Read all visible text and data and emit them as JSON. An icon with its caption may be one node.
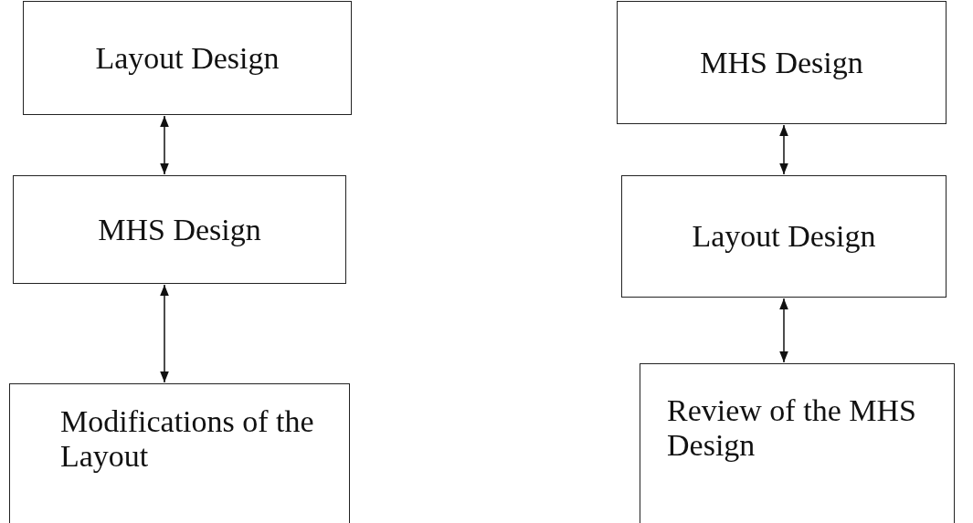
{
  "diagram": {
    "nodes": [
      {
        "text": [
          "Layout Design"
        ]
      },
      {
        "text": [
          "MHS Design"
        ]
      },
      {
        "text": [
          "Modifications of the Layout"
        ]
      },
      {
        "text": [
          "MHS Design"
        ]
      },
      {
        "text": [
          "Layout Design"
        ]
      },
      {
        "text": [
          "Review of the MHS Design"
        ]
      }
    ],
    "edges": [
      {
        "from": 0,
        "to": 1,
        "arrow": "both"
      },
      {
        "from": 1,
        "to": 2,
        "arrow": "both"
      },
      {
        "from": 3,
        "to": 4,
        "arrow": "both"
      },
      {
        "from": 4,
        "to": 5,
        "arrow": "both"
      }
    ]
  }
}
